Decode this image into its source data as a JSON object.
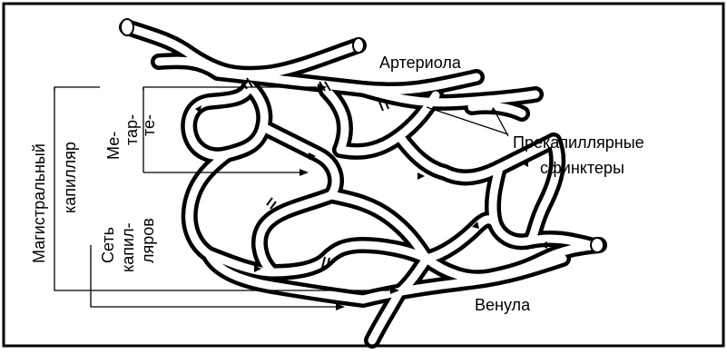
{
  "labels": {
    "arteriola": "Артериола",
    "precap_line1": "Прекапиллярные",
    "precap_line2": "сфинктеры",
    "venula": "Венула",
    "magistral_line1": "Магистральный",
    "magistral_line2": "капилляр",
    "metarterioles_line1": "Ме-",
    "metarterioles_line2": "тар-",
    "metarterioles_line3": "те-",
    "network_line1": "Сеть",
    "network_line2": "капил-",
    "network_line3": "ляров"
  },
  "colors": {
    "ink": "#000000",
    "vessel_fill": "#ffffff",
    "background": "#ffffff"
  }
}
